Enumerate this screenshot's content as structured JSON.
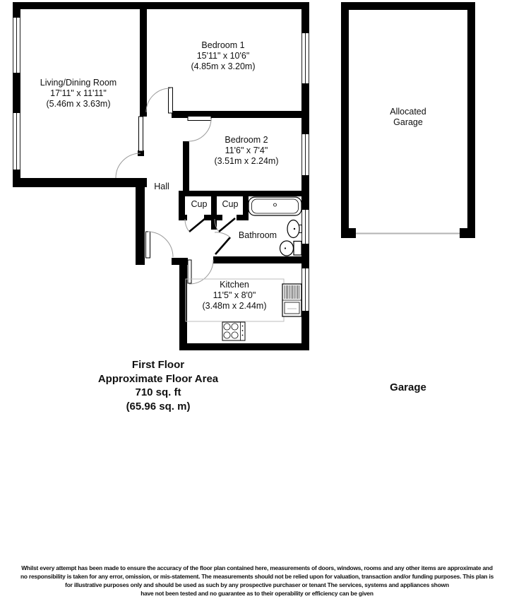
{
  "rooms": {
    "living": {
      "name": "Living/Dining Room",
      "imperial": "17'11\" x 11'11\"",
      "metric": "(5.46m x 3.63m)"
    },
    "bedroom1": {
      "name": "Bedroom 1",
      "imperial": "15'11\" x 10'6\"",
      "metric": "(4.85m x 3.20m)"
    },
    "bedroom2": {
      "name": "Bedroom 2",
      "imperial": "11'6\" x 7'4\"",
      "metric": "(3.51m x 2.24m)"
    },
    "kitchen": {
      "name": "Kitchen",
      "imperial": "11'5\" x 8'0\"",
      "metric": "(3.48m x 2.44m)"
    },
    "hall": {
      "name": "Hall"
    },
    "cupboard1": {
      "name": "Cup"
    },
    "cupboard2": {
      "name": "Cup"
    },
    "bathroom": {
      "name": "Bathroom"
    },
    "allocated_garage": {
      "name": "Allocated Garage"
    }
  },
  "summary": {
    "floor": "First Floor",
    "area_title": "Approximate Floor Area",
    "area_imperial": "710 sq. ft",
    "area_metric": "(65.96 sq. m)"
  },
  "garage_caption": "Garage",
  "disclaimer": {
    "line1": "Whilst every attempt has been made to ensure the accuracy of the floor plan contained here, measurements of doors, windows, rooms and any other items are approximate and",
    "line2": "no responsibility is taken for any error, omission, or mis-statement. The measurements should not be relied upon for valuation, transaction and/or funding purposes. This plan is",
    "line3": "for illustrative purposes only and should be used as such by any prospective purchaser or tenant The services, systems and appliances shown",
    "line4": "have not been tested and no guarantee as to their operability or efficiency can be given"
  },
  "colors": {
    "background": "#ffffff",
    "wall": "#000000",
    "door_arc": "#9a9a9a",
    "fixture_outline": "#000000",
    "counter_outline": "#bdbdbd",
    "garage_door_line": "#b3b3b3"
  }
}
